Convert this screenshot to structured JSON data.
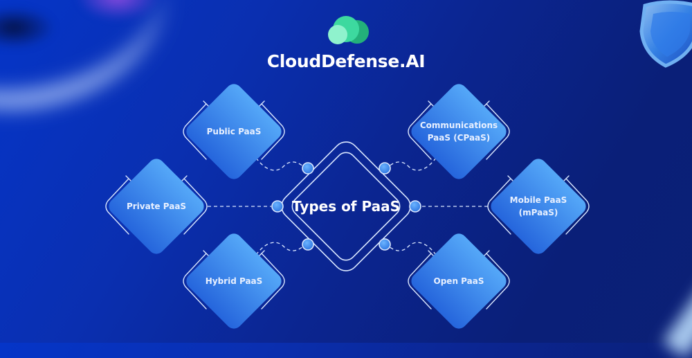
{
  "brand": {
    "name": "CloudDefense.AI",
    "logo_icon": "cloud-circles-icon",
    "logo_colors": [
      "#2ecf8f",
      "#3fe0a6",
      "#7ff0c8"
    ]
  },
  "decorations": {
    "shield_icon": "shield-icon"
  },
  "diagram": {
    "title": "Types of PaaS",
    "nodes": [
      {
        "id": "public",
        "label": "Public PaaS",
        "position": "top-left"
      },
      {
        "id": "cpaas",
        "label": "Communications\nPaaS (CPaaS)",
        "position": "top-right"
      },
      {
        "id": "private",
        "label": "Private PaaS",
        "position": "middle-left"
      },
      {
        "id": "mpaas",
        "label": "Mobile PaaS\n(mPaaS)",
        "position": "middle-right"
      },
      {
        "id": "hybrid",
        "label": "Hybrid PaaS",
        "position": "bottom-left"
      },
      {
        "id": "open",
        "label": "Open PaaS",
        "position": "bottom-right"
      }
    ],
    "colors": {
      "node_fill_top": "#4a9cf5",
      "node_fill_bottom": "#2a6fe0",
      "outline": "#dbe8ff",
      "connector_dot": "#4a97f0"
    }
  }
}
